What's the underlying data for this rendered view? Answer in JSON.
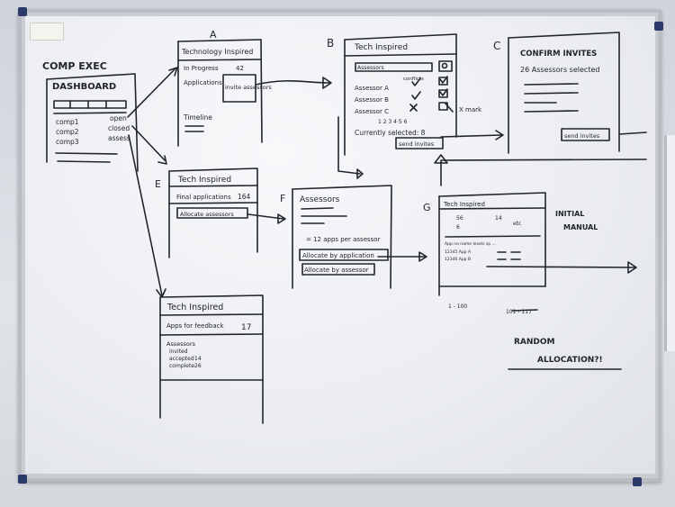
{
  "sticker": "",
  "dashboard": {
    "heading": "COMP EXEC",
    "title": "DASHBOARD",
    "rows": [
      {
        "name": "comp1",
        "status": "open"
      },
      {
        "name": "comp2",
        "status": "closed"
      },
      {
        "name": "comp3",
        "status": "assess"
      }
    ]
  },
  "screen_a": {
    "letter": "A",
    "title": "Technology Inspired",
    "subtitle": "In Progress",
    "count": "42",
    "applications": "Applications",
    "button": "invite assessors",
    "timeline": "Timeline"
  },
  "screen_b": {
    "letter": "B",
    "title": "Tech Inspired",
    "search": "Assessors",
    "conflicts": "conflicts",
    "assessors": [
      "Assessor A",
      "Assessor B",
      "Assessor C"
    ],
    "pages": "1 2 3 4 5 6",
    "selected": "Currently selected: 8",
    "button": "send invites",
    "note": "X mark"
  },
  "screen_c": {
    "letter": "C",
    "title": "CONFIRM INVITES",
    "subtitle": "26 Assessors selected",
    "button": "send invites"
  },
  "screen_e": {
    "letter": "E",
    "title": "Tech Inspired",
    "final": "Final applications",
    "count": "164",
    "button": "Allocate assessors"
  },
  "screen_f": {
    "letter": "F",
    "title": "Assessors",
    "apps_per": "= 12 apps per assessor",
    "allocate_app": "Allocate by application",
    "allocate_assessor": "Allocate by assessor"
  },
  "screen_g": {
    "letter": "G",
    "title": "Tech Inspired",
    "values": [
      "56",
      "14",
      "6"
    ],
    "suffix": "etc",
    "table_head": "App no  name   levels  sp  ...",
    "table_rows": [
      "12345  App A",
      "12346  App B"
    ],
    "range_left": "1 - 100",
    "range_right": "101 - 117"
  },
  "screen_d": {
    "title": "Tech Inspired",
    "apps_feedback": "Apps for feedback",
    "count": "17",
    "assessors": "Assessors",
    "invited": "invited",
    "accepted": "accepted",
    "accepted_count": "14",
    "complete": "complete",
    "complete_count": "26"
  },
  "notes": {
    "initial": "INITIAL",
    "manual": "MANUAL",
    "random": "RANDOM",
    "allocation": "ALLOCATION?!"
  }
}
